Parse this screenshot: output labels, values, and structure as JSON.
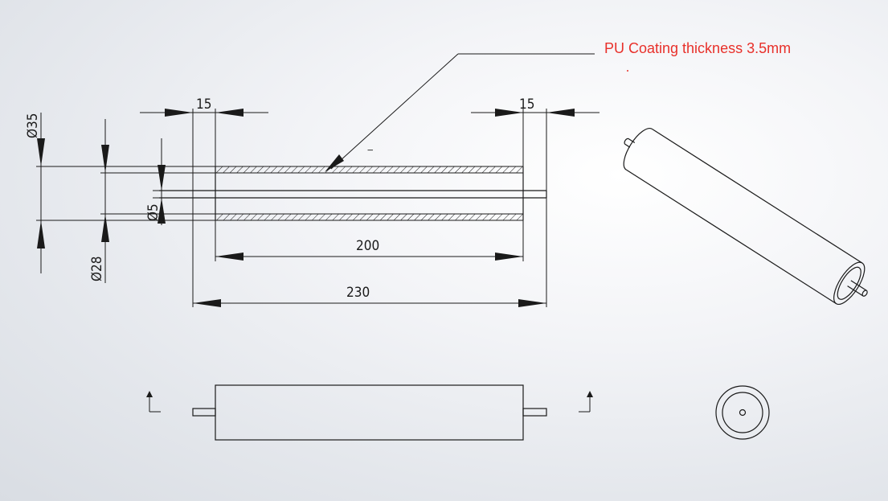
{
  "annotation": {
    "text": "PU Coating thickness 3.5mm",
    "color": "#e8302a"
  },
  "dimensions": {
    "end_left": "15",
    "end_right": "15",
    "inner_length": "200",
    "total_length": "230",
    "outer_diameter": "Ø35",
    "inner_diameter": "Ø28",
    "shaft_diameter": "Ø5"
  }
}
